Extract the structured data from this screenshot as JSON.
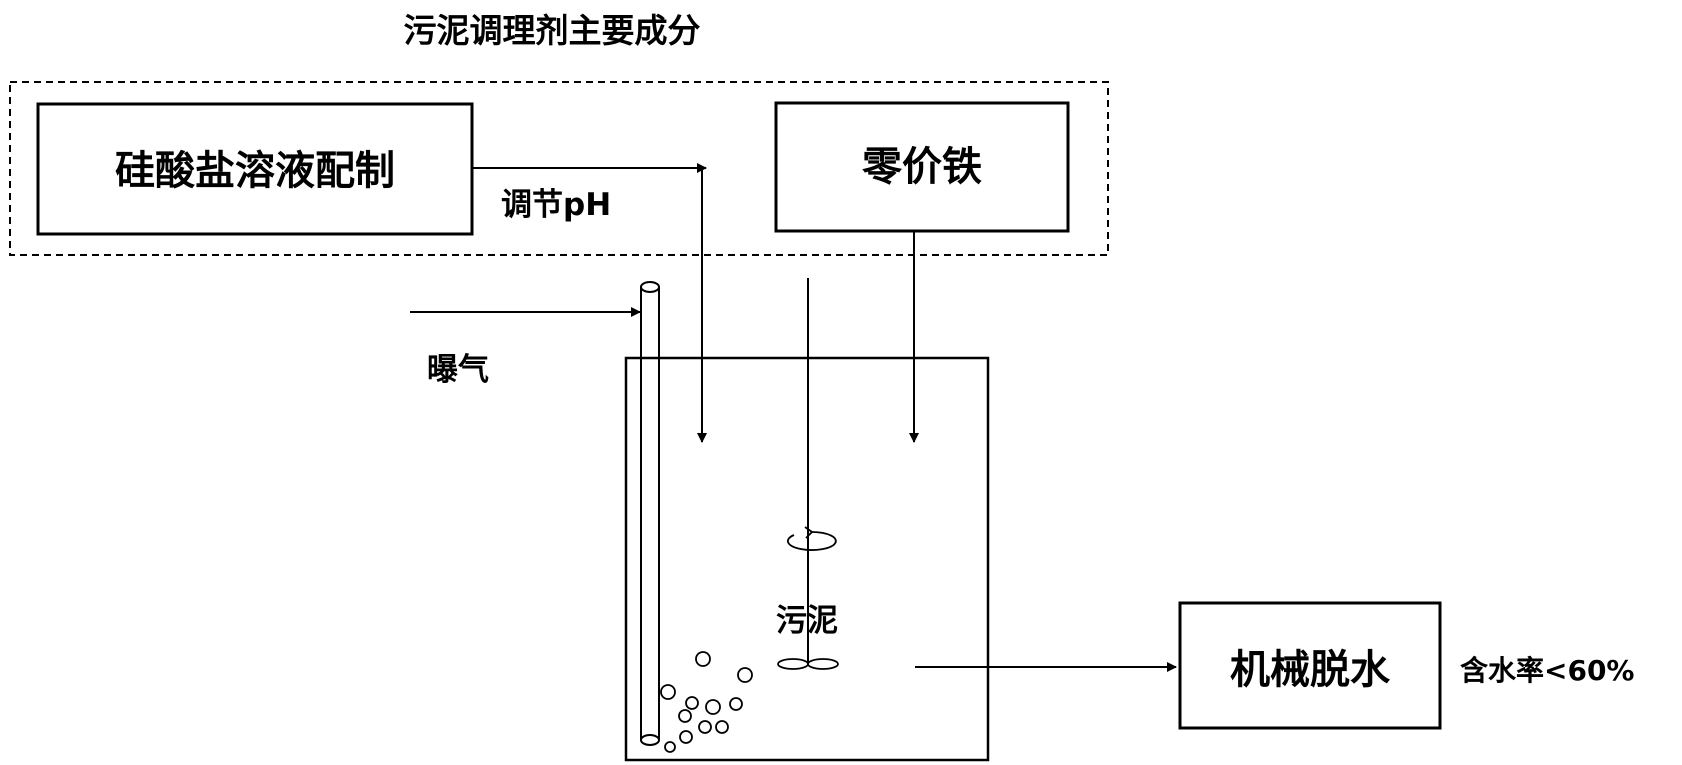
{
  "diagram": {
    "title": "污泥调理剂主要成分",
    "boxes": {
      "silicate": "硅酸盐溶液配制",
      "iron": "零价铁",
      "dewater": "机械脱水"
    },
    "labels": {
      "adjust_ph": "调节pH",
      "aeration": "曝气",
      "sludge": "污泥",
      "moisture": "含水率<60%"
    }
  }
}
